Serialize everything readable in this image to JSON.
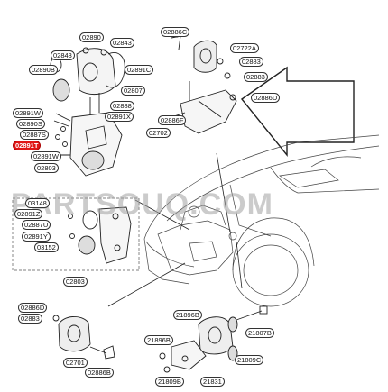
{
  "watermark": "PARTSOUQ.COM",
  "highlight_color": "#e01515",
  "labels": {
    "a02890": "02890",
    "a02843a": "02843",
    "a02843b": "02843",
    "a02890B": "02890B",
    "a02891C": "02891C",
    "a02807": "02807",
    "a02888": "02888",
    "a02891X": "02891X",
    "a02891W": "02891W",
    "a02890S": "02890S",
    "a02887S": "02887S",
    "a02891T": "02891T",
    "a02891W2": "02891W",
    "a02803": "02803",
    "b02886C": "02886C",
    "b02722A": "02722A",
    "b02883a": "02883",
    "b02883b": "02883",
    "b02886D": "02886D",
    "b02886F": "02886F",
    "b02702": "02702",
    "c03148": "03148",
    "c02891Z": "02891Z",
    "c02887U": "02887U",
    "c02891Y": "02891Y",
    "c03152": "03152",
    "c02803": "02803",
    "d02886D": "02886D",
    "d02883": "02883",
    "d02701": "02701",
    "d02886B": "02886B",
    "e21896B": "21896B",
    "e21896Ba": "21896B",
    "e21807B": "21807B",
    "e21809C": "21809C",
    "e21809B": "21809B",
    "e21831": "21831"
  }
}
